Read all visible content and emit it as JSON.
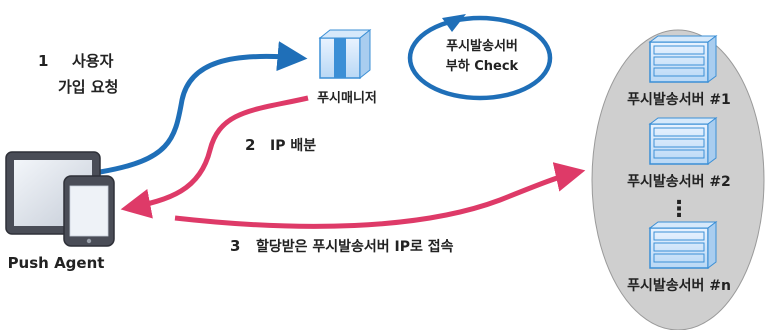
{
  "steps": [
    {
      "number": "1",
      "label_line1": "사용자",
      "label_line2": "가입 요청"
    },
    {
      "number": "2",
      "label": "IP 배분"
    },
    {
      "number": "3",
      "label": "할당받은 푸시발송서버 IP로 접속"
    }
  ],
  "push_manager": {
    "label": "푸시매니저"
  },
  "load_check": {
    "line1": "푸시발송서버",
    "line2": "부하 Check"
  },
  "push_agent": {
    "label": "Push Agent"
  },
  "server_pool": {
    "servers": [
      "푸시발송서버 #1",
      "푸시발송서버 #2",
      "푸시발송서버 #n"
    ],
    "ellipsis": "⋮"
  },
  "colors": {
    "blue_arrow": "#1f6fb8",
    "red_arrow": "#de3a68",
    "pool_fill": "#cfcfcf",
    "pool_stroke": "#9a9a9a",
    "server_blue": "#3b8fd6",
    "device_dark": "#4a4d57"
  }
}
